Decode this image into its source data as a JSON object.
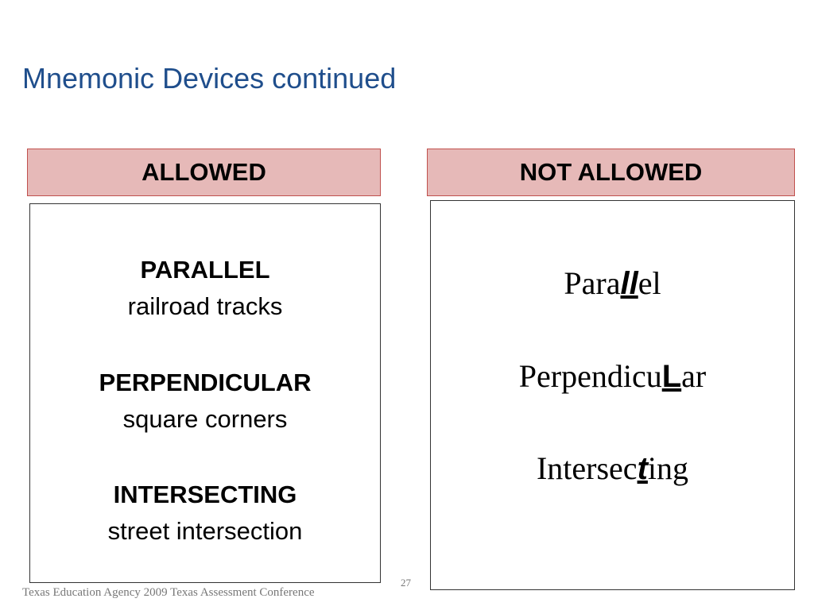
{
  "slide": {
    "title": "Mnemonic Devices continued",
    "page_number": "27",
    "footer": "Texas Education Agency 2009  Texas Assessment Conference"
  },
  "allowed": {
    "header": "ALLOWED",
    "items": [
      {
        "term": "PARALLEL",
        "description": "railroad tracks"
      },
      {
        "term": "PERPENDICULAR",
        "description": "square corners"
      },
      {
        "term": "INTERSECTING",
        "description": "street intersection"
      }
    ]
  },
  "not_allowed": {
    "header": "NOT ALLOWED",
    "items": [
      {
        "before": "Para",
        "emphasis": "ll",
        "after": "el"
      },
      {
        "before": "Perpendicu",
        "emphasis": "L",
        "after": "ar"
      },
      {
        "before": "Intersec",
        "emphasis": "t",
        "after": "ing"
      }
    ]
  }
}
